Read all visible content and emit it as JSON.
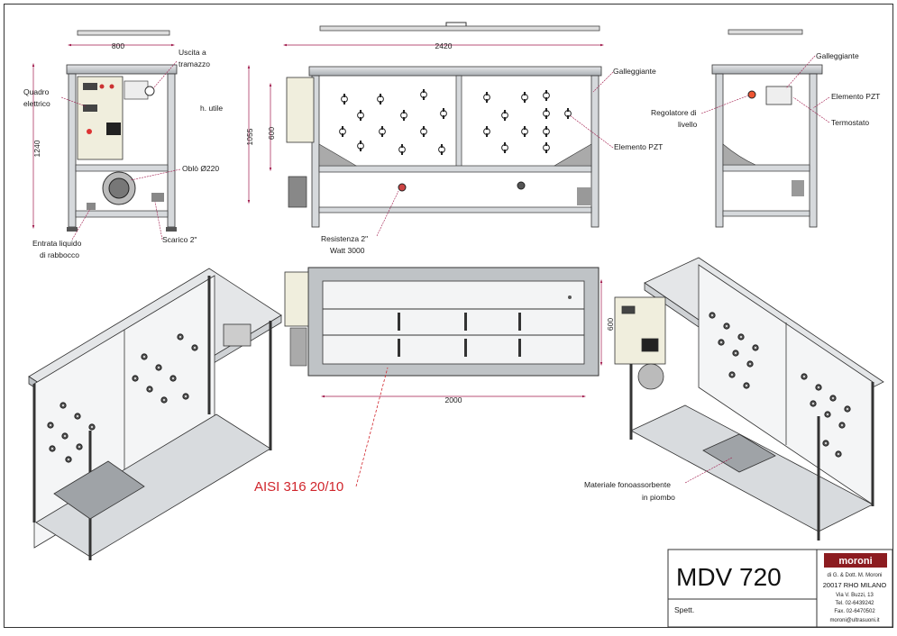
{
  "views": {
    "left_labels": {
      "uscita": [
        "Uscita a",
        "tramazzo"
      ],
      "quadro": [
        "Quadro",
        "elettrico"
      ],
      "oblo": "Oblò Ø220",
      "entrata": [
        "Entrata liquido",
        "di rabbocco"
      ],
      "scarico": "Scarico 2\""
    },
    "left_dims": {
      "width": "800",
      "height": "1240"
    },
    "center_labels": {
      "galleggiante": "Galleggiante",
      "h_utile": "h. utile",
      "elemento_pzt": "Elemento PZT",
      "resistenza": [
        "Resistenza 2\"",
        "Watt 3000"
      ]
    },
    "center_dims": {
      "width": "2420",
      "depth": "600",
      "height": "1055"
    },
    "right_labels": {
      "galleggiante": "Galleggiante",
      "regolatore": [
        "Regolatore di",
        "livello"
      ],
      "elemento_pzt": "Elemento PZT",
      "termostato": "Termostato"
    },
    "top_dims": {
      "width": "2000",
      "depth": "600"
    },
    "material": "AISI 316 20/10",
    "fonoassorbente": [
      "Materiale fonoassorbente",
      "in piombo"
    ]
  },
  "title_block": {
    "model": "MDV 720",
    "client_label": "Spett.",
    "company_logo": "moroni",
    "company_sub": "di G. & Dott. M. Moroni",
    "city": "20017 RHO MILANO",
    "address": "Via V. Buzzi, 13",
    "tel": "Tel. 02-6439242",
    "fax": "Fax. 02-6470502",
    "email": "moroni@ultrasuoni.it"
  },
  "colors": {
    "accent_red": "#d0252c",
    "line": "#333333",
    "steel": "#c8ccd0"
  }
}
